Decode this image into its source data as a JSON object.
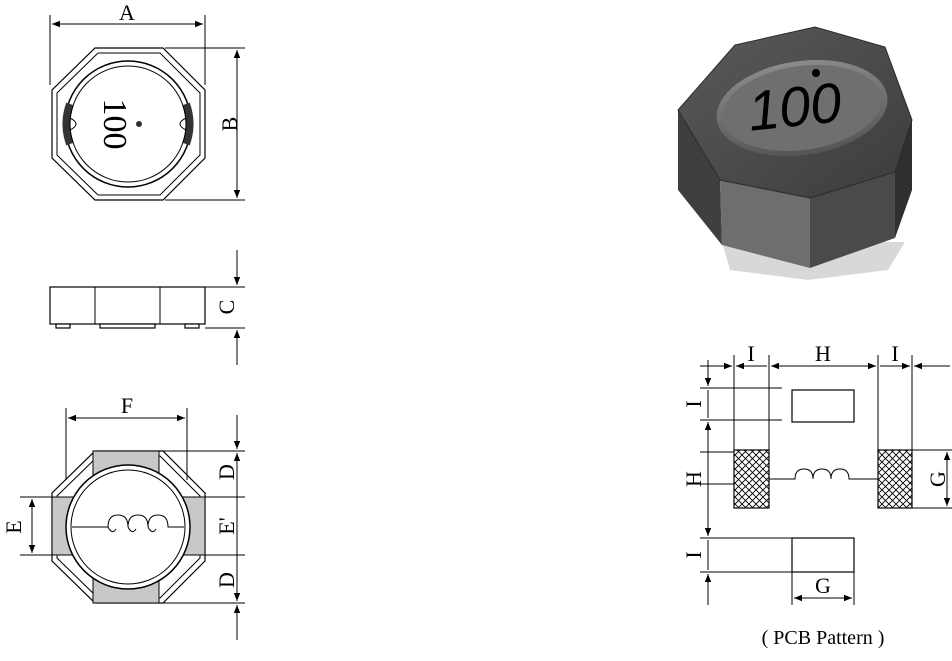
{
  "top_view": {
    "dim_width_label": "A",
    "dim_height_label": "B",
    "marking": "100"
  },
  "side_view": {
    "dim_height_label": "C"
  },
  "bottom_view": {
    "dim_terminal_span_label": "F",
    "dim_edge_label": "E",
    "dim_pad_top_label": "D",
    "dim_center_label": "E'",
    "dim_pad_bottom_label": "D"
  },
  "render_3d": {
    "marking": "100"
  },
  "pcb_pattern": {
    "dim_i_left": "I",
    "dim_h_top": "H",
    "dim_i_right": "I",
    "dim_i_vertical_top": "I",
    "dim_h_vertical": "H",
    "dim_i_vertical_bottom": "I",
    "dim_g_right": "G",
    "dim_g_bottom": "G",
    "caption": "( PCB Pattern )"
  },
  "colors": {
    "body_dark": "#3a3a3a",
    "body_mid": "#555555",
    "body_face": "#6a6a6a",
    "pad_gray": "#c8c8c8",
    "line": "#000000"
  }
}
